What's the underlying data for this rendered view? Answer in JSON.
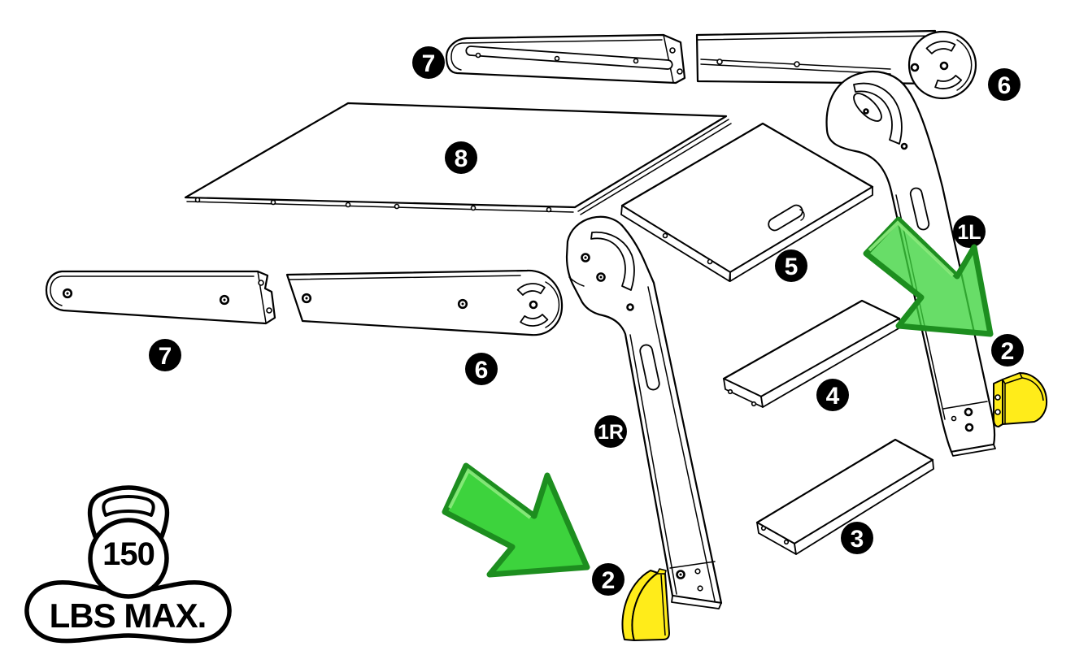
{
  "parts": {
    "part7_top": {
      "label": "7"
    },
    "part6_top": {
      "label": "6"
    },
    "part8": {
      "label": "8"
    },
    "part5": {
      "label": "5"
    },
    "part7_left": {
      "label": "7"
    },
    "part6_left": {
      "label": "6"
    },
    "part1r": {
      "label": "1R"
    },
    "part1l": {
      "label": "1L"
    },
    "part2_left": {
      "label": "2"
    },
    "part2_right": {
      "label": "2"
    },
    "part4": {
      "label": "4"
    },
    "part3": {
      "label": "3"
    }
  },
  "weight_limit": {
    "value": "150",
    "unit": "LBS MAX."
  },
  "colors": {
    "line": "#000000",
    "background": "#ffffff",
    "arrow_fill": "#3dd33d",
    "arrow_stroke": "#1d8e1f",
    "arrow_highlight": "#8ceb7d",
    "foot_fill": "#ffec1a",
    "badge_bg": "#000000",
    "badge_text": "#ffffff"
  }
}
